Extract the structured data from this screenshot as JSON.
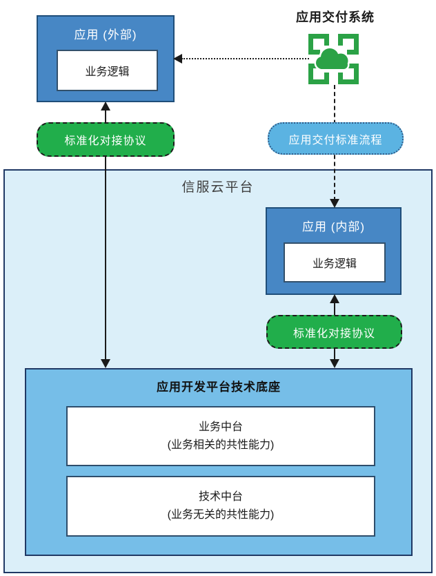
{
  "delivery_system": {
    "title": "应用交付系统",
    "icon": "cloud-delivery-icon"
  },
  "external_app": {
    "title": "应用 (外部)",
    "logic_label": "业务逻辑"
  },
  "internal_app": {
    "title": "应用 (内部)",
    "logic_label": "业务逻辑"
  },
  "pills": {
    "protocol_left": "标准化对接协议",
    "protocol_right": "标准化对接协议",
    "delivery_process": "应用交付标准流程"
  },
  "platform": {
    "title": "信服云平台"
  },
  "tech_base": {
    "title": "应用开发平台技术底座",
    "modules": [
      {
        "title": "业务中台",
        "subtitle": "(业务相关的共性能力)"
      },
      {
        "title": "技术中台",
        "subtitle": "(业务无关的共性能力)"
      }
    ]
  },
  "colors": {
    "app_box_fill": "#4787C5",
    "app_box_border": "#1F4E79",
    "platform_fill": "#DBEFF9",
    "platform_border": "#1F3864",
    "base_fill": "#76BEE8",
    "pill_green": "#21AE4B",
    "pill_blue_fill": "#5BB3E2",
    "pill_blue_border": "#2F5B88",
    "icon_green": "#2BA246",
    "connector": "#1a1a1a"
  }
}
